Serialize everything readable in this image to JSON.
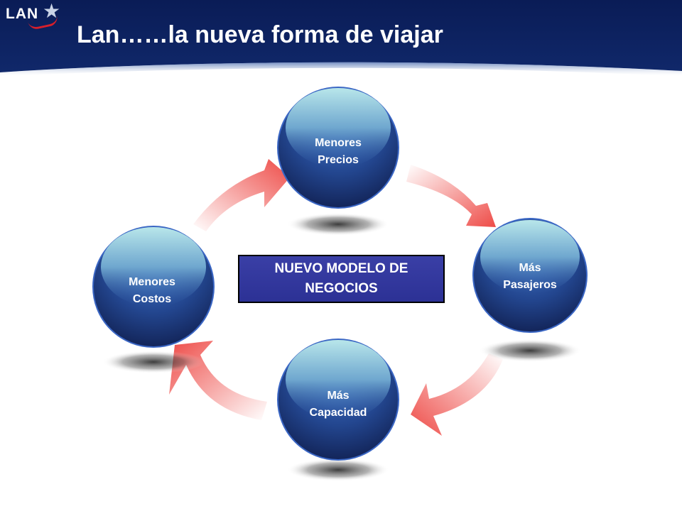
{
  "header": {
    "logo_text": "LAN",
    "title": "Lan……la nueva forma de viajar"
  },
  "diagram": {
    "center_label": "NUEVO MODELO DE\nNEGOCIOS",
    "nodes": [
      {
        "id": "menores-precios",
        "label": "Menores\nPrecios"
      },
      {
        "id": "mas-pasajeros",
        "label": "Más\nPasajeros"
      },
      {
        "id": "mas-capacidad",
        "label": "Más\nCapacidad"
      },
      {
        "id": "menores-costos",
        "label": "Menores\nCostos"
      }
    ],
    "cycle": [
      "menores-costos",
      "menores-precios",
      "mas-pasajeros",
      "mas-capacidad",
      "menores-costos"
    ]
  },
  "colors": {
    "header_navy": "#0b1f5c",
    "sphere_dark": "#14285f",
    "sphere_mid": "#2a4f9c",
    "sphere_highlight": "#a9dde6",
    "arrow_red": "#ee4b47",
    "center_box": "#3338a0"
  },
  "icons": {
    "logo": "lan-star-logo-icon",
    "arrows": "curved-arrow-icon"
  }
}
